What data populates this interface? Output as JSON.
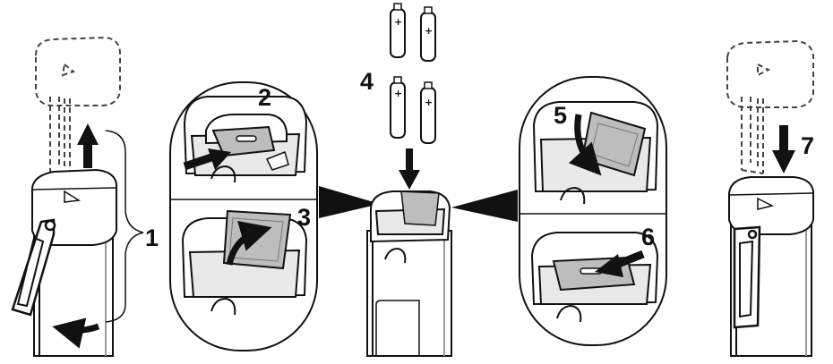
{
  "figure": {
    "steps": [
      {
        "number": "1"
      },
      {
        "number": "2"
      },
      {
        "number": "3"
      },
      {
        "number": "4"
      },
      {
        "number": "5"
      },
      {
        "number": "6"
      },
      {
        "number": "7"
      }
    ],
    "battery_count": 4,
    "battery_mark": "+"
  },
  "colors": {
    "line": "#111111",
    "body_fill": "#ffffff",
    "shade": "#e6e6e6",
    "board": "#bdbdbd",
    "dashed": "#444444"
  }
}
